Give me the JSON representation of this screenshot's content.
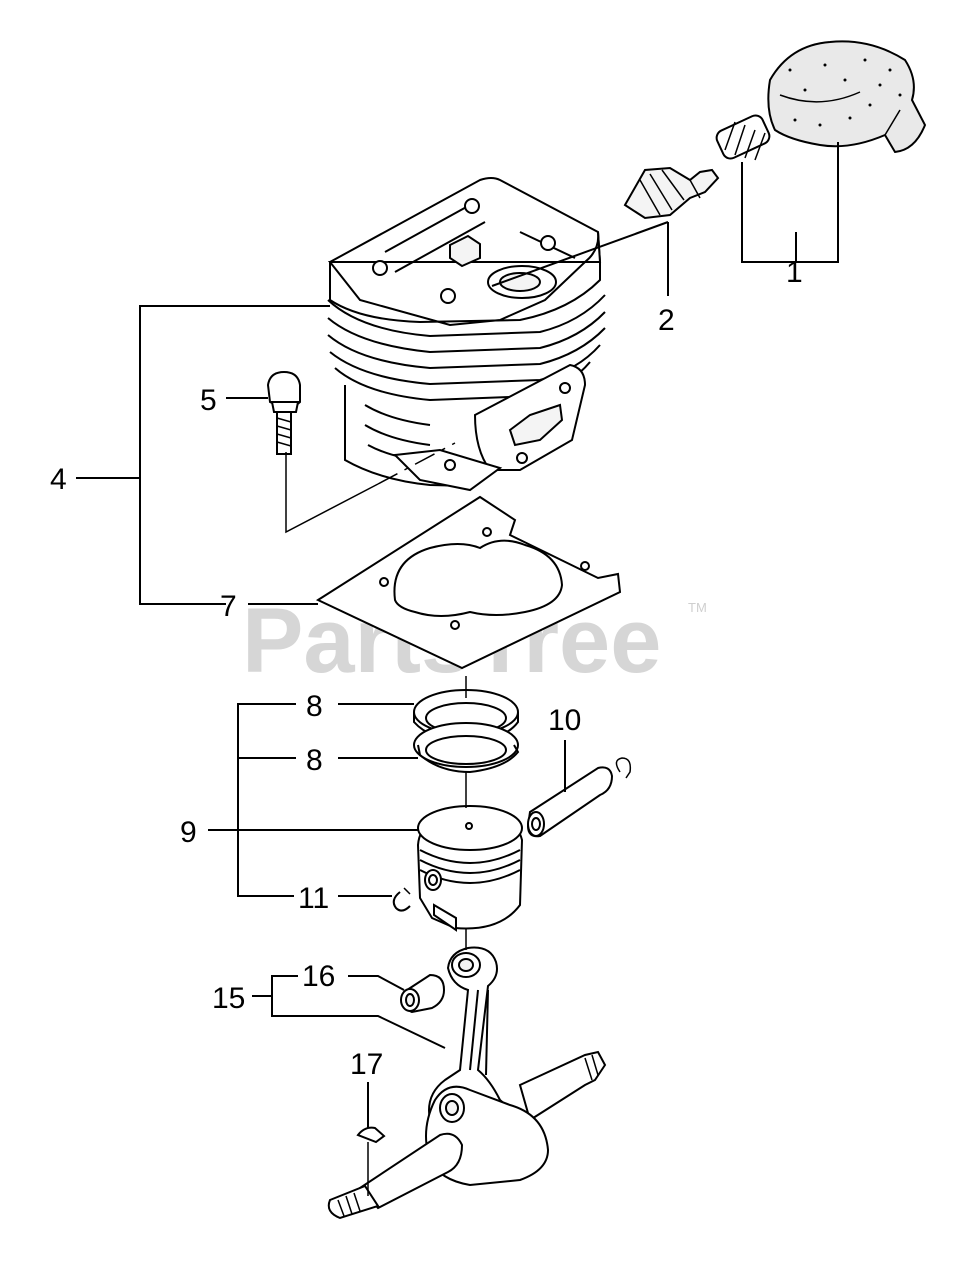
{
  "diagram": {
    "callouts": {
      "c1": "1",
      "c2": "2",
      "c4": "4",
      "c5": "5",
      "c7": "7",
      "c8a": "8",
      "c8b": "8",
      "c9": "9",
      "c10": "10",
      "c11": "11",
      "c15": "15",
      "c16": "16",
      "c17": "17"
    },
    "watermark": {
      "text": "PartsTree",
      "trademark": "TM"
    }
  }
}
